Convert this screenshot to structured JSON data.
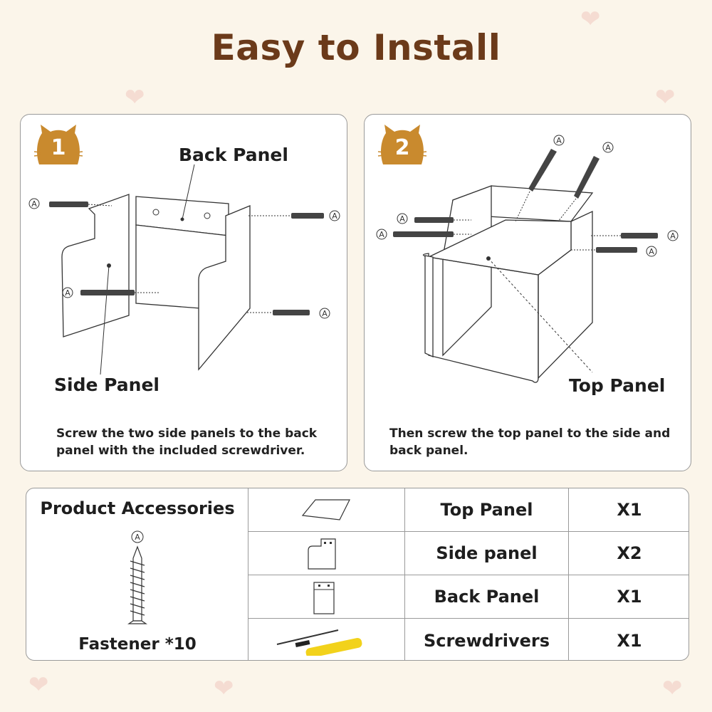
{
  "title": "Easy to Install",
  "colors": {
    "title": "#6b3a1a",
    "badge": "#c98a2e",
    "background": "#fbf5ea",
    "screwdriver_handle": "#f2d21b"
  },
  "step1": {
    "badge": "1",
    "label_back": "Back Panel",
    "label_side": "Side Panel",
    "screw_marker": "A",
    "caption": "Screw the two side panels to the back panel with the included screwdriver."
  },
  "step2": {
    "badge": "2",
    "label_top": "Top Panel",
    "screw_marker": "A",
    "caption": "Then screw the top panel to the side and back panel."
  },
  "accessories": {
    "heading": "Product Accessories",
    "fastener_marker": "A",
    "fastener_label": "Fastener *10",
    "rows": [
      {
        "icon": "top-panel-icon",
        "name": "Top Panel",
        "qty": "X1"
      },
      {
        "icon": "side-panel-icon",
        "name": "Side panel",
        "qty": "X2"
      },
      {
        "icon": "back-panel-icon",
        "name": "Back Panel",
        "qty": "X1"
      },
      {
        "icon": "screwdriver-icon",
        "name": "Screwdrivers",
        "qty": "X1"
      }
    ]
  }
}
